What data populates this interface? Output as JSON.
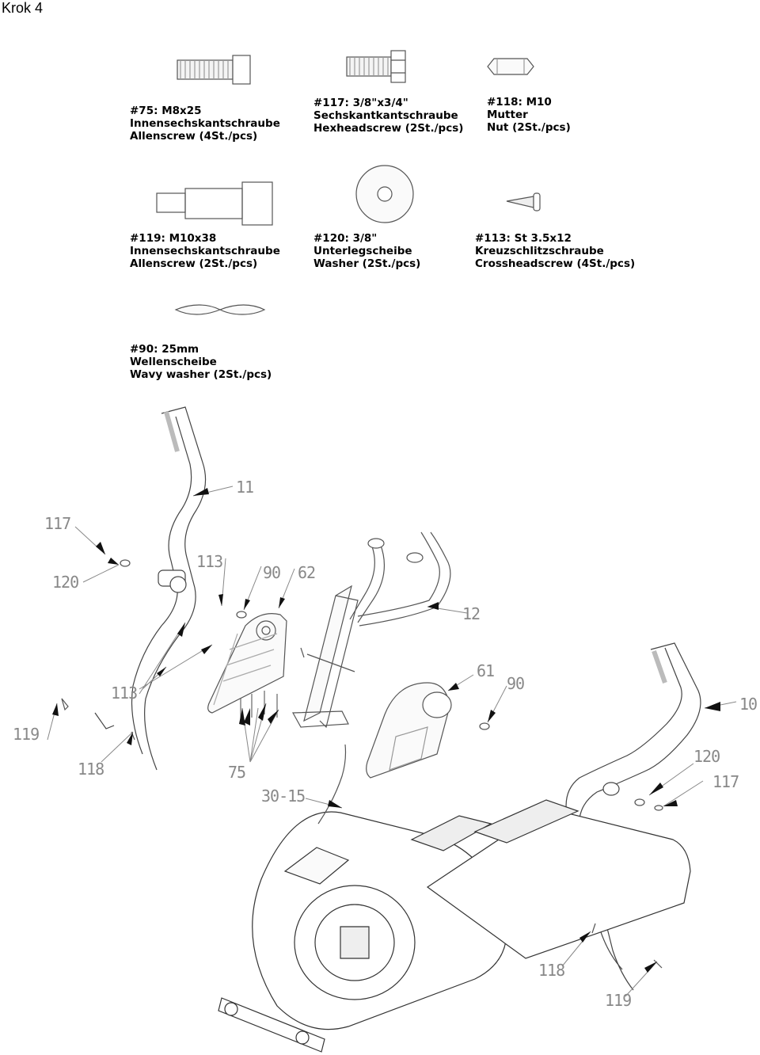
{
  "step_title": "Krok 4",
  "parts": [
    {
      "number": "#75: M8x25",
      "de": "Innensechskantschraube",
      "en": "Allenscrew (4St./pcs)"
    },
    {
      "number": "#117: 3/8\"x3/4\"",
      "de": "Sechskantkantschraube",
      "en": "Hexheadscrew (2St./pcs)"
    },
    {
      "number": "#118: M10",
      "de": "Mutter",
      "en": "Nut (2St./pcs)"
    },
    {
      "number": "#119: M10x38",
      "de": "Innensechskantschraube",
      "en": "Allenscrew (2St./pcs)"
    },
    {
      "number": "#120: 3/8\"",
      "de": "Unterlegscheibe",
      "en": "Washer (2St./pcs)"
    },
    {
      "number": "#113: St 3.5x12",
      "de": "Kreuzschlitzschraube",
      "en": "Crossheadscrew (4St./pcs)"
    },
    {
      "number": "#90: 25mm",
      "de": "Wellenscheibe",
      "en": "Wavy washer (2St./pcs)"
    }
  ],
  "callouts": {
    "c11": "11",
    "c117a": "117",
    "c120a": "120",
    "c113a": "113",
    "c90a": "90",
    "c62": "62",
    "c12": "12",
    "c113b": "113",
    "c119a": "119",
    "c118a": "118",
    "c75": "75",
    "c61": "61",
    "c90b": "90",
    "c10": "10",
    "c120b": "120",
    "c117b": "117",
    "c3015": "30-15",
    "c118b": "118",
    "c119b": "119"
  }
}
